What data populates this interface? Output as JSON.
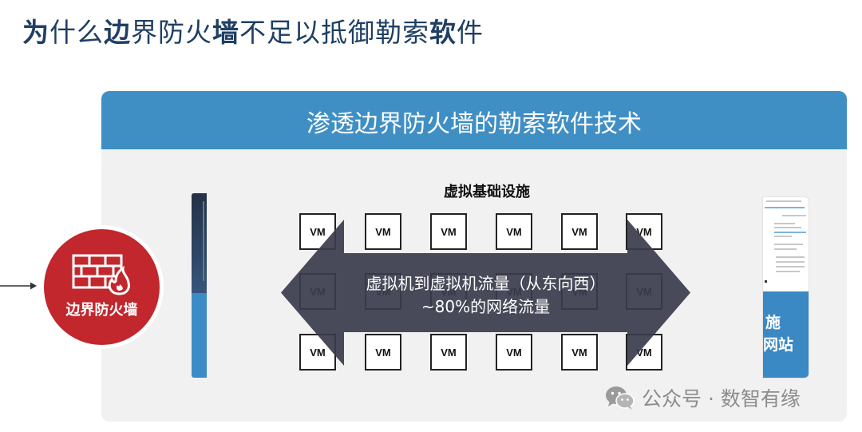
{
  "page": {
    "title_parts": [
      "为",
      "什么",
      "边",
      "界防火",
      "墙",
      "不足以抵御勒索",
      "软",
      "件"
    ]
  },
  "panel": {
    "title": "渗透边界防火墙的勒索软件技术",
    "infra_label": "虚拟基础设施",
    "vm_label": "VM",
    "vm_rows": 3,
    "vm_cols": 6
  },
  "arrow": {
    "line1": "虚拟机到虚拟机流量（从东向西）",
    "line2": "~80%的网络流量"
  },
  "firewall": {
    "label": "边界防火墙",
    "icon": "firewall-brick-flame-icon"
  },
  "right_card": {
    "line1": "施",
    "line2": "网站"
  },
  "watermark": {
    "icon": "wechat-icon",
    "text": "公众号 · 数智有缘"
  },
  "colors": {
    "title": "#1f3f63",
    "header_blue": "#3f8fc5",
    "panel_bg": "#f1f1f2",
    "arrow": "#3a3c4c",
    "firewall_red": "#c1272d"
  }
}
